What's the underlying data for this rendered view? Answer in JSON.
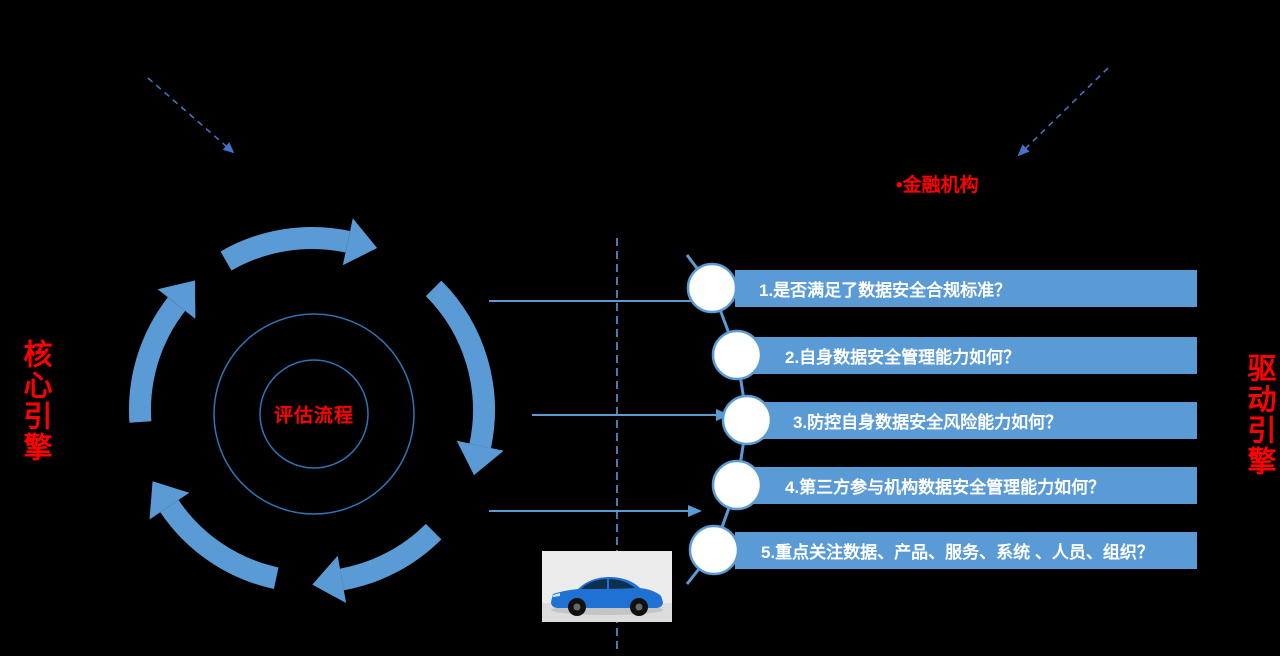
{
  "labels": {
    "institution": "•金融机构",
    "core_engine": "核心引擎",
    "drive_engine": "驱动引擎",
    "cycle_center": "评估流程"
  },
  "questions": [
    "1.是否满足了数据安全合规标准？",
    "2.自身数据安全管理能力如何？",
    "3.防控自身数据安全风险能力如何？",
    "4.第三方参与机构数据安全管理能力如何？",
    "5.重点关注数据、产品、服务、系统 、人员、组织？"
  ],
  "colors": {
    "background": "#000000",
    "accent_blue": "#5B9BD5",
    "circle_outline_blue": "#2E75B6",
    "dashed_arrow_blue": "#4472C4",
    "label_red": "#FF0000",
    "bar_text_white": "#FFFFFF"
  },
  "icons": {
    "cycle": "circular-process-arrows",
    "car": "blue-car-photo"
  }
}
